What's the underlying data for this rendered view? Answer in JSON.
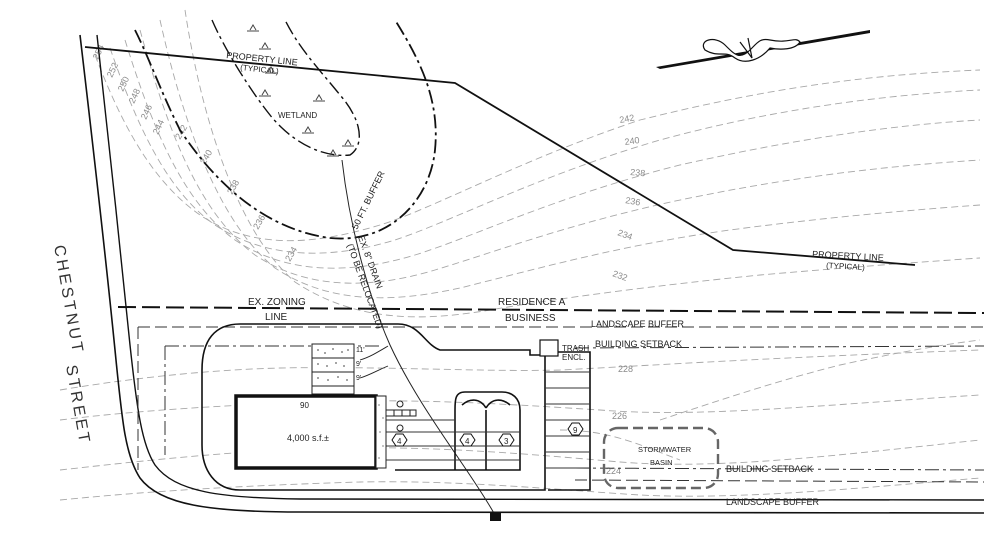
{
  "street": {
    "word1": "CHESTNUT",
    "word2": "STREET"
  },
  "labels": {
    "property_line_top": "PROPERTY LINE",
    "property_line_top_sub": "(TYPICAL)",
    "property_line_right": "PROPERTY LINE",
    "property_line_right_sub": "(TYPICAL)",
    "wetland": "WETLAND",
    "buffer": "50 FT. BUFFER",
    "drain_1": "EX. 8\" DRAIN",
    "drain_2": "(TO BE RELOCATED)",
    "zoning_1": "EX. ZONING",
    "zoning_2": "LINE",
    "residence": "RESIDENCE A",
    "business": "BUSINESS",
    "landscape_buffer_top": "LANDSCAPE BUFFER",
    "building_setback_top": "BUILDING SETBACK",
    "trash_1": "TRASH",
    "trash_2": "ENCL.",
    "building_area": "4,000 s.f.±",
    "building_dim": "90",
    "stormwater_1": "STORMWATER",
    "stormwater_2": "BASIN",
    "building_setback_bottom": "BUILDING SETBACK",
    "landscape_buffer_bottom": "LANDSCAPE BUFFER"
  },
  "parking_counts": [
    "4",
    "4",
    "3",
    "9"
  ],
  "contours": [
    "254",
    "252",
    "250",
    "248",
    "246",
    "244",
    "242",
    "240",
    "238",
    "236",
    "234",
    "232",
    "228",
    "226",
    "224",
    "242",
    "240",
    "238",
    "236",
    "234",
    "232"
  ],
  "stall_dims": [
    "11'",
    "9'",
    "9'"
  ],
  "colors": {
    "line": "#111111",
    "contour": "#9a9a9a",
    "wetland_mark": "#444444"
  }
}
